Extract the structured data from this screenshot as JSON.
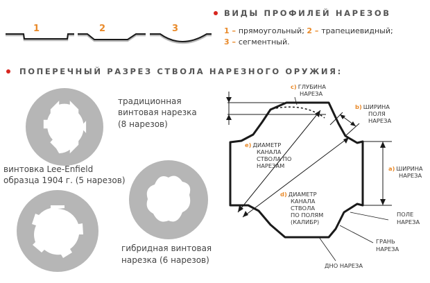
{
  "colors": {
    "accent": "#e98a2a",
    "steel": "#b6b6b6",
    "outline": "#1a1a1a",
    "bullet": "#d7261f"
  },
  "section1": {
    "title": "ВИДЫ ПРОФИЛЕЙ НАРЕЗОВ",
    "profiles": [
      {
        "number": "1",
        "name": "прямоугольный"
      },
      {
        "number": "2",
        "name": "трапециевидный"
      },
      {
        "number": "3",
        "name": "сегментный"
      }
    ],
    "sep1": "; ",
    "sep2": ";",
    "dash": " – ",
    "end": "."
  },
  "section2": {
    "title": "ПОПЕРЕЧНЫЙ РАЗРЕЗ СТВОЛА НАРЕЗНОГО ОРУЖИЯ:"
  },
  "barrels": {
    "traditional": {
      "line1": "традиционная",
      "line2": "винтовая нарезка",
      "line3": "(8 нарезов)"
    },
    "lee_enfield": {
      "line1": "винтовка Lee-Enfield",
      "line2": "образца 1904 г. (5 нарезов)"
    },
    "hybrid": {
      "line1": "гибридная винтовая",
      "line2": "нарезка (6 нарезов)"
    }
  },
  "diagram": {
    "c": {
      "letter": "с)",
      "line1": "ГЛУБИНА",
      "line2": "НАРЕЗА"
    },
    "b": {
      "letter": "b)",
      "line1": "ШИРИНА",
      "line2": "ПОЛЯ",
      "line3": "НАРЕЗА"
    },
    "e": {
      "letter": "е)",
      "line1": "ДИАМЕТР",
      "line2": "КАНАЛА",
      "line3": "СТВОЛА ПО",
      "line4": "НАРЕЗАМ"
    },
    "a": {
      "letter": "a)",
      "line1": "ШИРИНА",
      "line2": "НАРЕЗА"
    },
    "d": {
      "letter": "d)",
      "line1": "ДИАМЕТР",
      "line2": "КАНАЛА",
      "line3": "СТВОЛА",
      "line4": "ПО ПОЛЯМ",
      "line5": "(КАЛИБР)"
    },
    "land": {
      "line1": "ПОЛЕ",
      "line2": "НАРЕЗА"
    },
    "edge": {
      "line1": "ГРАНЬ",
      "line2": "НАРЕЗА"
    },
    "bottom": {
      "line1": "ДНО НАРЕЗА"
    }
  }
}
